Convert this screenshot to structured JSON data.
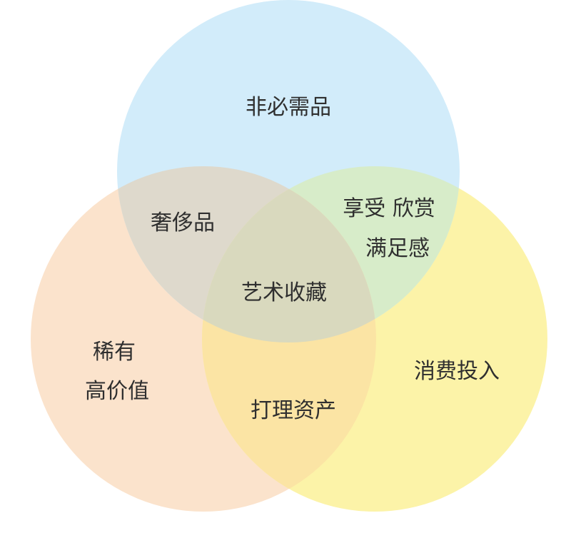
{
  "diagram": {
    "circles": [
      {
        "name": "top",
        "color": "#d2ecfa",
        "label": "非必需品"
      },
      {
        "name": "left",
        "color": "#fbe3cc",
        "label_lines": [
          "稀有",
          "高价值"
        ]
      },
      {
        "name": "right",
        "color": "#fcf3a8",
        "label": "消费投入"
      }
    ],
    "overlaps": {
      "top_left": {
        "color": "#ded9cc",
        "label": "奢侈品"
      },
      "top_right": {
        "color": "#d7ecc9",
        "label_lines": [
          "享受 欣赏",
          "满足感"
        ]
      },
      "left_right": {
        "color": "#fbe4a4",
        "label": "打理资产"
      },
      "center": {
        "color": "#d9d9be",
        "label": "艺术收藏"
      }
    }
  }
}
